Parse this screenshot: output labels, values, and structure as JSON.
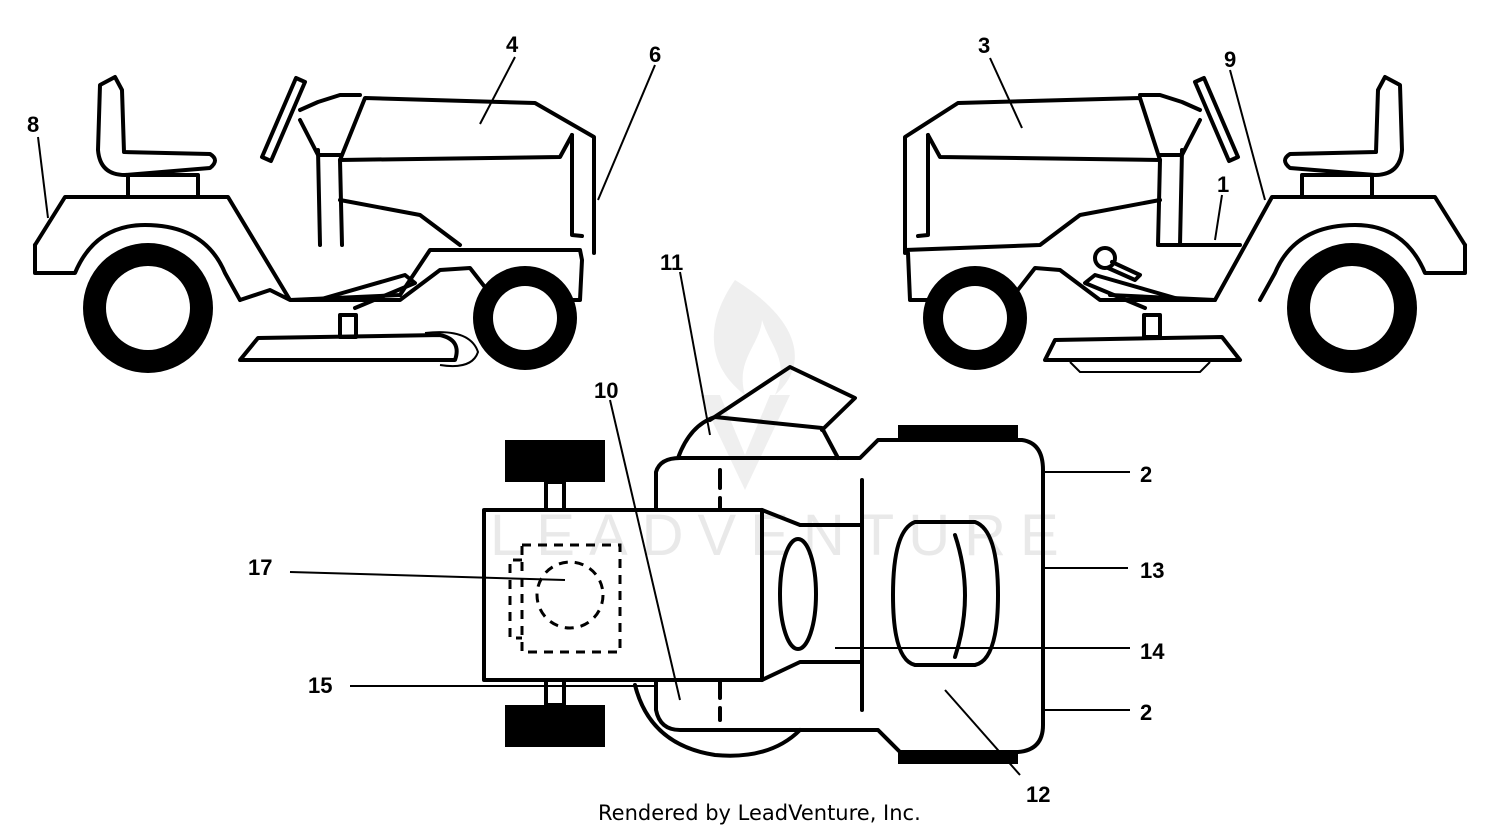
{
  "callouts": {
    "c1": "1",
    "c2a": "2",
    "c2b": "2",
    "c3": "3",
    "c4": "4",
    "c6": "6",
    "c8": "8",
    "c9": "9",
    "c10": "10",
    "c11": "11",
    "c12": "12",
    "c13": "13",
    "c14": "14",
    "c15": "15",
    "c17": "17"
  },
  "watermark": "LEADVENTURE",
  "footer": "Rendered by LeadVenture, Inc."
}
